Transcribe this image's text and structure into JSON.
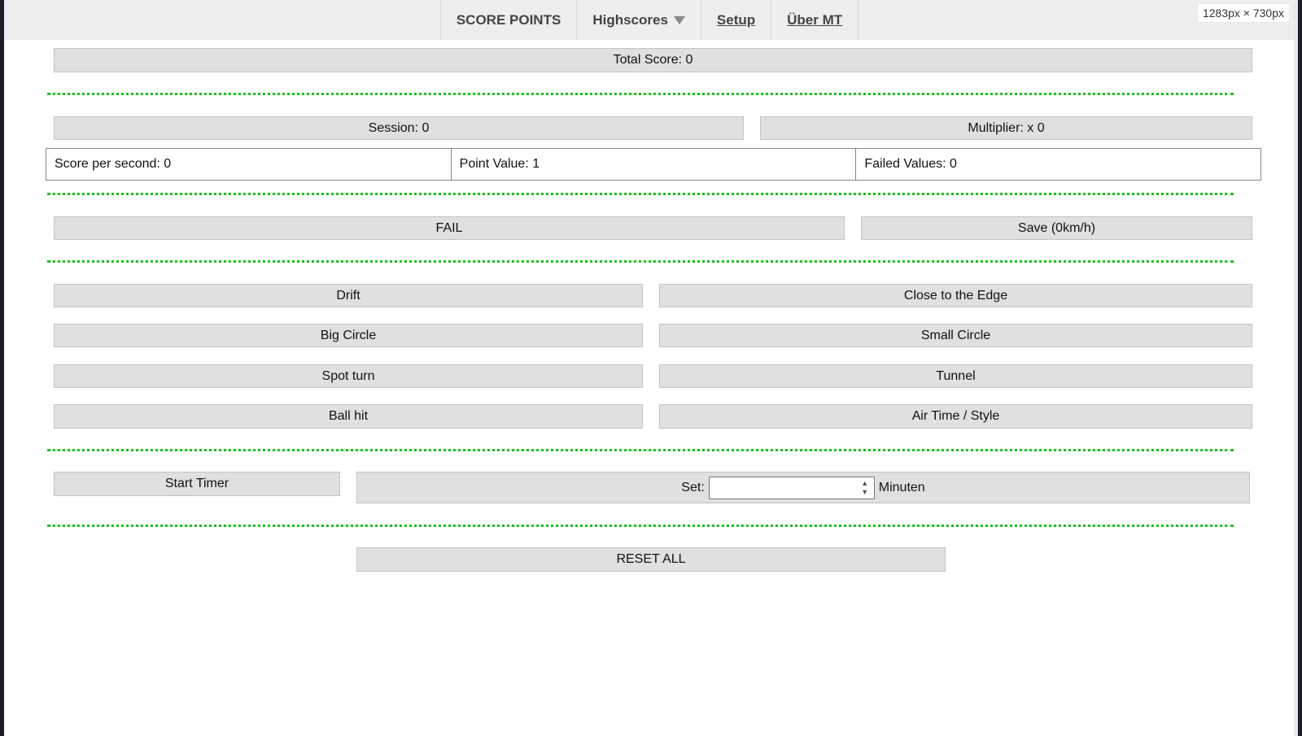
{
  "nav": {
    "items": [
      {
        "label": "SCORE POINTS"
      },
      {
        "label": "Highscores"
      },
      {
        "label": "Setup"
      },
      {
        "label": "Über MT"
      }
    ]
  },
  "viewport_badge": "1283px × 730px",
  "score": {
    "total": "Total Score: 0",
    "session": "Session: 0",
    "multiplier": "Multiplier: x 0",
    "per_second": "Score per second: 0",
    "point_value": "Point Value: 1",
    "failed_values": "Failed Values: 0"
  },
  "actions": {
    "fail": "FAIL",
    "save": "Save (0km/h)"
  },
  "tricks": [
    "Drift",
    "Close to the Edge",
    "Big Circle",
    "Small Circle",
    "Spot turn",
    "Tunnel",
    "Ball hit",
    "Air Time / Style"
  ],
  "timer": {
    "start_label": "Start Timer",
    "set_label": "Set:",
    "value": "",
    "unit": "Minuten"
  },
  "reset": "RESET ALL",
  "colors": {
    "separator": "#16c216",
    "button_bg": "#e0e0e0",
    "navbar_bg": "#eeeeee"
  }
}
